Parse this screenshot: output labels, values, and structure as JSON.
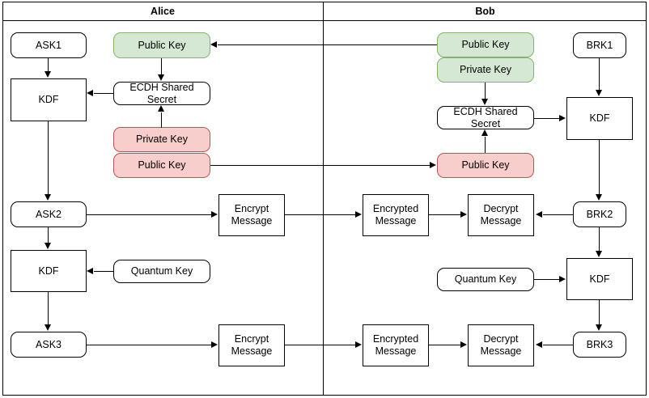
{
  "diagram": {
    "title_lanes": [
      "Alice",
      "Bob"
    ],
    "colors": {
      "green_fill": "#d5e8d4",
      "green_stroke": "#82b366",
      "pink_fill": "#f8cecc",
      "pink_stroke": "#b85450",
      "plain_fill": "#ffffff",
      "stroke": "#000000"
    }
  },
  "header": {
    "alice": "Alice",
    "bob": "Bob"
  },
  "alice": {
    "ask1": "ASK1",
    "kdf1": "KDF",
    "ask2": "ASK2",
    "kdf2": "KDF",
    "ask3": "ASK3",
    "ecdh": "ECDH Shared Secret",
    "peer_public_key": "Public Key",
    "own_private_key": "Private Key",
    "own_public_key": "Public Key",
    "quantum_key": "Quantum Key",
    "encrypt1": "Encrypt\nMessage",
    "encrypt2": "Encrypt\nMessage"
  },
  "bob": {
    "brk1": "BRK1",
    "kdf1": "KDF",
    "brk2": "BRK2",
    "kdf2": "KDF",
    "brk3": "BRK3",
    "ecdh": "ECDH Shared Secret",
    "own_public_key": "Public Key",
    "own_private_key": "Private Key",
    "peer_public_key": "Public Key",
    "quantum_key": "Quantum Key",
    "encrypted1": "Encrypted\nMessage",
    "decrypt1": "Decrypt\nMessage",
    "encrypted2": "Encrypted\nMessage",
    "decrypt2": "Decrypt\nMessage"
  }
}
